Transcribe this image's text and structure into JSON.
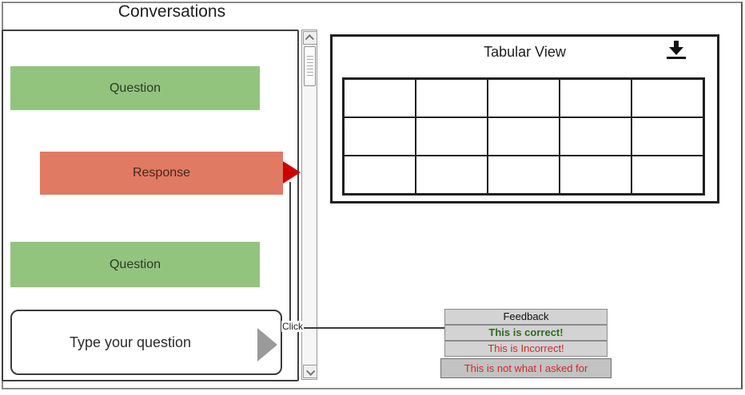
{
  "conversations": {
    "title": "Conversations",
    "messages": [
      {
        "role": "question",
        "label": "Question"
      },
      {
        "role": "response",
        "label": "Response"
      },
      {
        "role": "question",
        "label": "Question"
      }
    ],
    "input_placeholder": "Type your question",
    "send_icon": "send-triangle-icon",
    "scrollbar": {
      "up_icon": "chevron-up-icon",
      "down_icon": "chevron-down-icon"
    }
  },
  "annotation": {
    "click_label": "Click"
  },
  "tabular_view": {
    "title": "Tabular View",
    "download_icon": "download-icon",
    "grid_rows": 3,
    "grid_columns": 5
  },
  "feedback": {
    "header": "Feedback",
    "options": [
      "This is correct!",
      "This is Incorrect!",
      "This is not what I asked for"
    ]
  },
  "colors": {
    "question_bg": "#93c47d",
    "response_bg": "#e07a63",
    "response_arrow": "#cc0000",
    "correct_text": "#2e6b1e",
    "incorrect_text": "#cc2a2a",
    "feedback_bg": "#d3d3d3",
    "feedback_emphasis_bg": "#c2c2c2"
  }
}
